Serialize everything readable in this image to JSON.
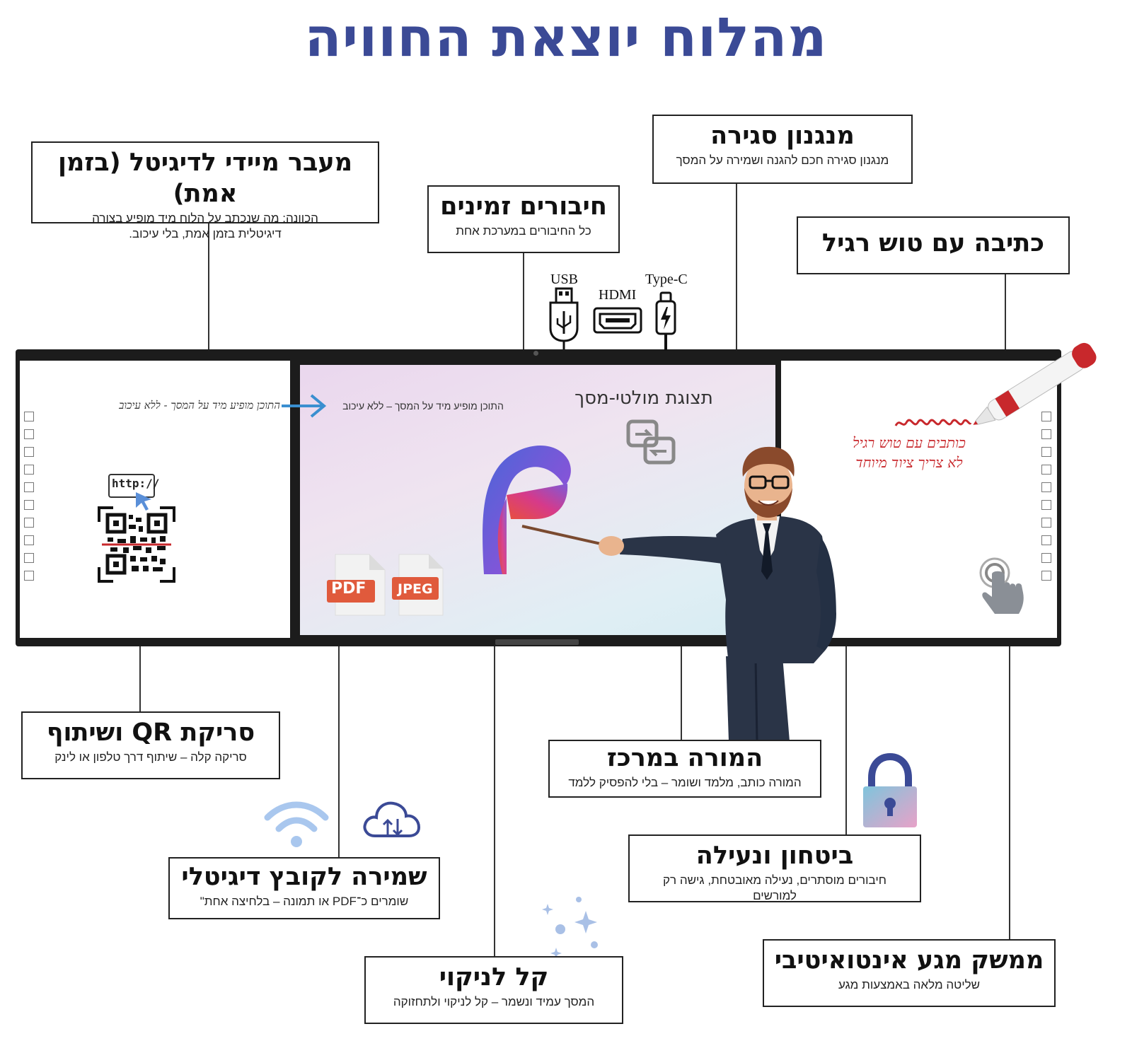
{
  "title": "מהלוח יוצאת החוויה",
  "callouts": {
    "transfer": {
      "heading": "מעבר מיידי לדיגיטל (בזמן אמת)",
      "sub": "הכוונה: מה שנכתב על הלוח מיד מופיע בצורה דיגיטלית בזמן אמת, בלי עיכוב."
    },
    "connections": {
      "heading": "חיבורים זמינים",
      "sub": "כל החיבורים במערכת אחת"
    },
    "closing": {
      "heading": "מנגנון סגירה",
      "sub": "מנגנון סגירה חכם להגנה ושמירה על המסך"
    },
    "marker": {
      "heading": "כתיבה עם טוש רגיל",
      "sub": ""
    },
    "qr": {
      "heading": "סריקת QR ושיתוף",
      "sub": "סריקה קלה – שיתוף דרך טלפון או לינק"
    },
    "save": {
      "heading": "שמירה לקובץ דיגיטלי",
      "sub": "שומרים כ־PDF או תמונה – בלחיצה אחת\""
    },
    "clean": {
      "heading": "קל לניקוי",
      "sub": "המסך עמיד ונשמר – קל לניקוי ולתחזוקה"
    },
    "teacher": {
      "heading": "המורה במרכז",
      "sub": "המורה כותב, מלמד ושומר – בלי להפסיק ללמד"
    },
    "security": {
      "heading": "ביטחון ונעילה",
      "sub": "חיבורים מוסתרים, נעילה מאובטחת, גישה רק למורשים"
    },
    "touch": {
      "heading": "ממשק מגע אינטואיטיבי",
      "sub": "שליטה מלאה באמצעות מגע"
    }
  },
  "ports": {
    "usb": "USB",
    "hdmi": "HDMI",
    "typec": "Type-C"
  },
  "board": {
    "left_handwriting": "התוכן מופיע מיד על המסך - ללא עיכוב",
    "http": "http://",
    "center_text": "התוכן מופיע מיד על המסך – ללא עיכוב",
    "multiscreen": "תצוגת מולטי-מסך",
    "pdf": "PDF",
    "jpeg": "JPEG",
    "right_line1": "כותבים עם טוש רגיל",
    "right_line2": "לא צריך ציוד מיוחד"
  },
  "colors": {
    "title": "#3b4a96",
    "marker_red": "#c8282c",
    "arrow_blue": "#3a8fd0"
  }
}
